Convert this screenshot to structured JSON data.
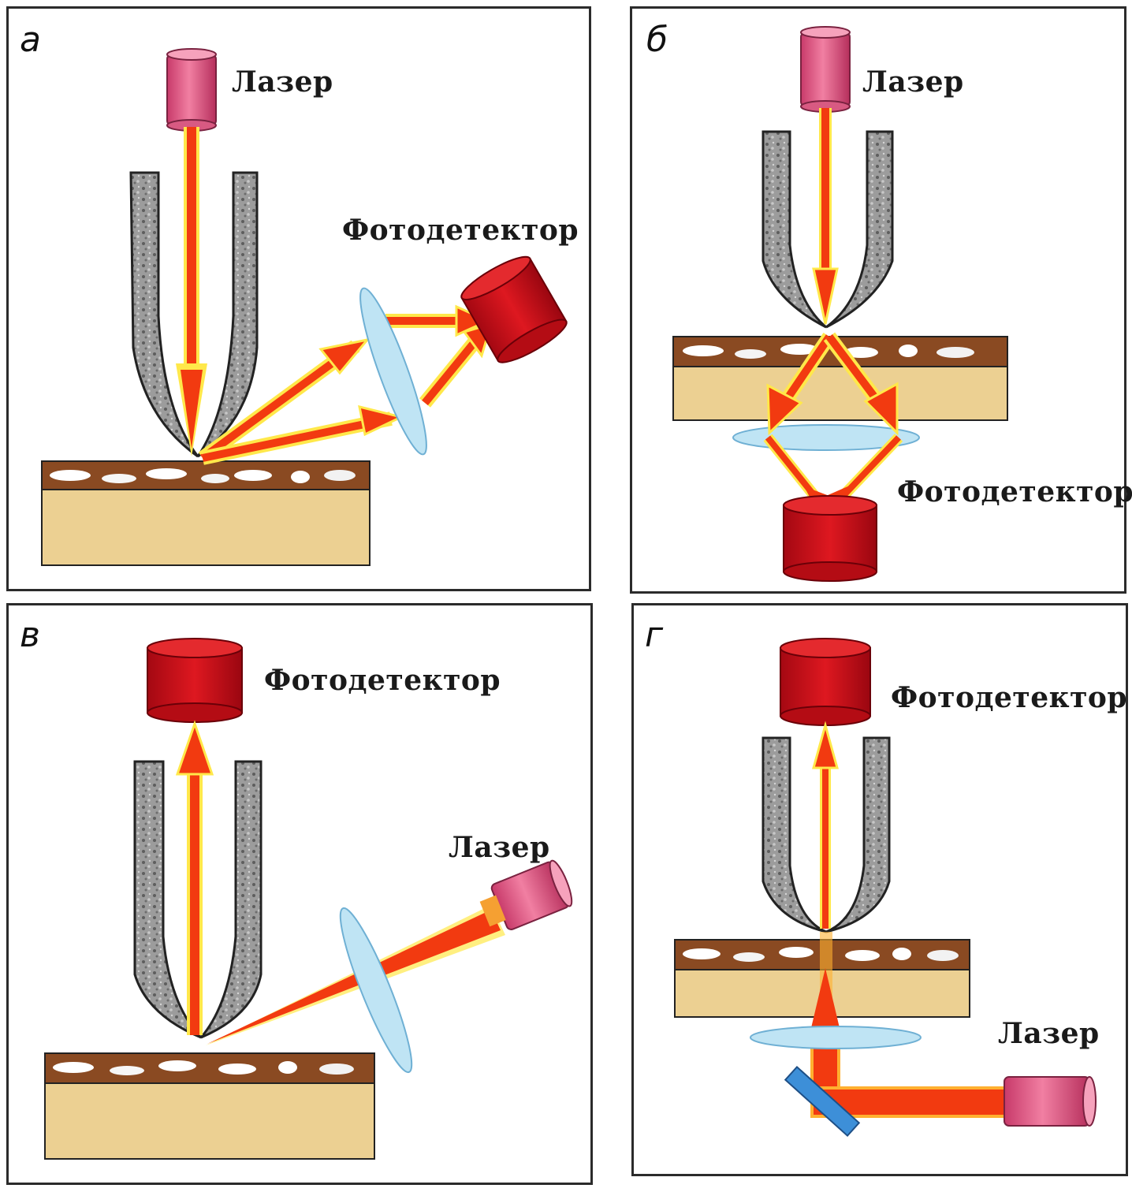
{
  "panels": [
    {
      "letter": "а",
      "laser_label": "Лазер",
      "detector_label": "Фотодетектор"
    },
    {
      "letter": "б",
      "laser_label": "Лазер",
      "detector_label": "Фотодетектор"
    },
    {
      "letter": "в",
      "laser_label": "Лазер",
      "detector_label": "Фотодетектор"
    },
    {
      "letter": "г",
      "laser_label": "Лазер",
      "detector_label": "Фотодетектор"
    }
  ],
  "colors": {
    "laser_body": "#e8628a",
    "detector_body": "#d4101a",
    "beam": "#f23a10",
    "beam_glow": "#ffe84a",
    "lens": "#bfe4f4",
    "mirror": "#3d8fd8",
    "sample_top": "#8a4a22",
    "sample_body": "#ecd092",
    "objective_shell": "#9a9a9a"
  }
}
